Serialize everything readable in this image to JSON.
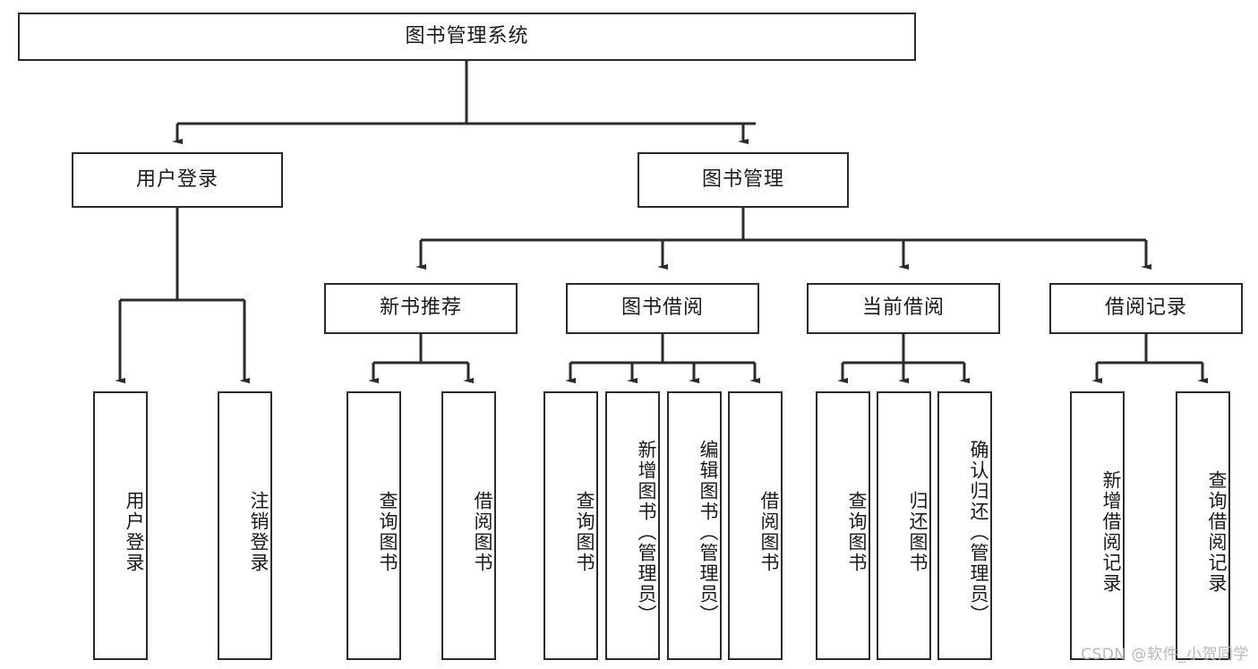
{
  "diagram": {
    "title": "图书管理系统",
    "type": "tree",
    "orientation": "top-down",
    "watermark": "CSDN @软件_小贺同学",
    "colors": {
      "box_border": "#2b2b2b",
      "box_fill": "#ffffff",
      "connector": "#2b2b2b",
      "text": "#1a1a1a",
      "watermark": "#b9b9b9"
    },
    "nodes": {
      "root": {
        "label": "图书管理系统",
        "level": 0,
        "text_direction": "horizontal"
      },
      "user_login": {
        "label": "用户登录",
        "level": 1,
        "text_direction": "horizontal"
      },
      "book_manage": {
        "label": "图书管理",
        "level": 1,
        "text_direction": "horizontal"
      },
      "new_book_rec": {
        "label": "新书推荐",
        "level": 2,
        "text_direction": "horizontal"
      },
      "book_borrow": {
        "label": "图书借阅",
        "level": 2,
        "text_direction": "horizontal"
      },
      "current_borrow": {
        "label": "当前借阅",
        "level": 2,
        "text_direction": "horizontal"
      },
      "borrow_record": {
        "label": "借阅记录",
        "level": 2,
        "text_direction": "horizontal"
      },
      "leaf_user_login": {
        "label": "用户登录",
        "level": 3,
        "text_direction": "vertical"
      },
      "leaf_logout": {
        "label": "注销登录",
        "level": 3,
        "text_direction": "vertical"
      },
      "leaf_query_book_1": {
        "label": "查询图书",
        "level": 3,
        "text_direction": "vertical"
      },
      "leaf_borrow_book_1": {
        "label": "借阅图书",
        "level": 3,
        "text_direction": "vertical"
      },
      "leaf_query_book_2": {
        "label": "查询图书",
        "level": 3,
        "text_direction": "vertical"
      },
      "leaf_add_book": {
        "label": "新增图书（管理员）",
        "level": 3,
        "text_direction": "vertical"
      },
      "leaf_edit_book": {
        "label": "编辑图书（管理员）",
        "level": 3,
        "text_direction": "vertical"
      },
      "leaf_borrow_book_2": {
        "label": "借阅图书",
        "level": 3,
        "text_direction": "vertical"
      },
      "leaf_query_book_3": {
        "label": "查询图书",
        "level": 3,
        "text_direction": "vertical"
      },
      "leaf_return_book": {
        "label": "归还图书",
        "level": 3,
        "text_direction": "vertical"
      },
      "leaf_confirm_return": {
        "label": "确认归还（管理员）",
        "level": 3,
        "text_direction": "vertical"
      },
      "leaf_add_record": {
        "label": "新增借阅记录",
        "level": 3,
        "text_direction": "vertical"
      },
      "leaf_query_record": {
        "label": "查询借阅记录",
        "level": 3,
        "text_direction": "vertical"
      }
    },
    "edges": [
      {
        "from": "root",
        "to": "user_login"
      },
      {
        "from": "root",
        "to": "book_manage"
      },
      {
        "from": "user_login",
        "to": "leaf_user_login"
      },
      {
        "from": "user_login",
        "to": "leaf_logout"
      },
      {
        "from": "book_manage",
        "to": "new_book_rec"
      },
      {
        "from": "book_manage",
        "to": "book_borrow"
      },
      {
        "from": "book_manage",
        "to": "current_borrow"
      },
      {
        "from": "book_manage",
        "to": "borrow_record"
      },
      {
        "from": "new_book_rec",
        "to": "leaf_query_book_1"
      },
      {
        "from": "new_book_rec",
        "to": "leaf_borrow_book_1"
      },
      {
        "from": "book_borrow",
        "to": "leaf_query_book_2"
      },
      {
        "from": "book_borrow",
        "to": "leaf_add_book"
      },
      {
        "from": "book_borrow",
        "to": "leaf_edit_book"
      },
      {
        "from": "book_borrow",
        "to": "leaf_borrow_book_2"
      },
      {
        "from": "current_borrow",
        "to": "leaf_query_book_3"
      },
      {
        "from": "current_borrow",
        "to": "leaf_return_book"
      },
      {
        "from": "current_borrow",
        "to": "leaf_confirm_return"
      },
      {
        "from": "borrow_record",
        "to": "leaf_add_record"
      },
      {
        "from": "borrow_record",
        "to": "leaf_query_record"
      }
    ]
  }
}
